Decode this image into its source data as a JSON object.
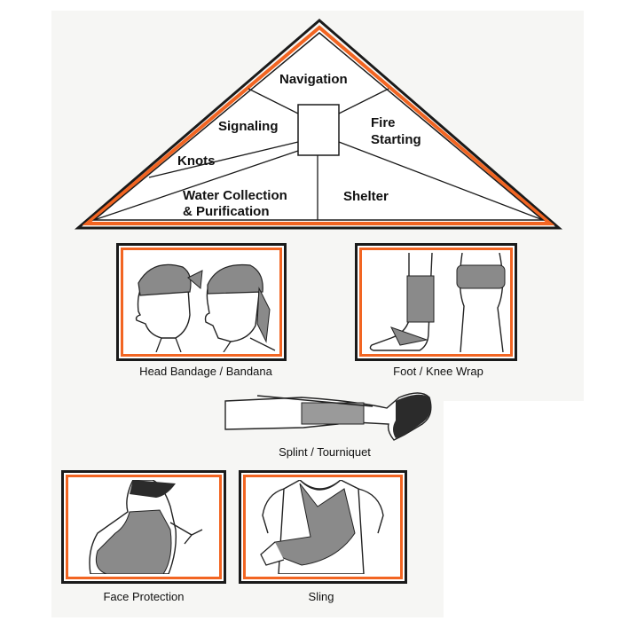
{
  "colors": {
    "accent": "#f26522",
    "ink": "#1a1a1a",
    "paper": "#f6f6f4"
  },
  "triangle": {
    "sections": {
      "navigation": "Navigation",
      "signaling": "Signaling",
      "fire_line1": "Fire",
      "fire_line2": "Starting",
      "knots": "Knots",
      "water_line1": "Water Collection",
      "water_line2": "& Purification",
      "shelter": "Shelter"
    }
  },
  "panels": {
    "head_bandage": "Head Bandage / Bandana",
    "foot_knee": "Foot / Knee Wrap",
    "splint": "Splint / Tourniquet",
    "face_protection": "Face Protection",
    "sling": "Sling"
  }
}
